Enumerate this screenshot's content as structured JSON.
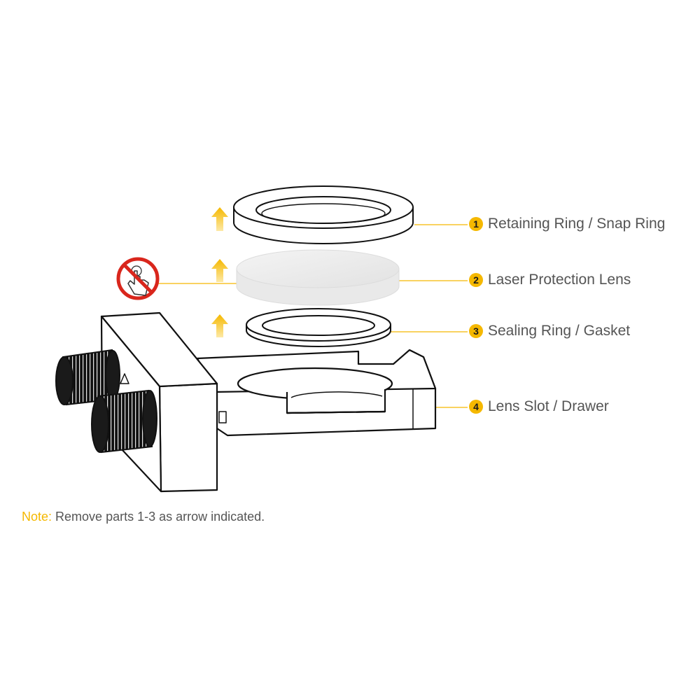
{
  "accent_color": "#f5b800",
  "warning_color": "#d9261c",
  "callouts": [
    {
      "number": "1",
      "label": "Retaining Ring / Snap Ring"
    },
    {
      "number": "2",
      "label": "Laser Protection Lens"
    },
    {
      "number": "3",
      "label": "Sealing Ring / Gasket"
    },
    {
      "number": "4",
      "label": "Lens Slot / Drawer"
    }
  ],
  "note": {
    "prefix": "Note:",
    "text": "Remove parts 1-3 as arrow indicated."
  },
  "icons": [
    "up-arrow-icon",
    "no-touch-icon",
    "knurled-knob-icon"
  ]
}
